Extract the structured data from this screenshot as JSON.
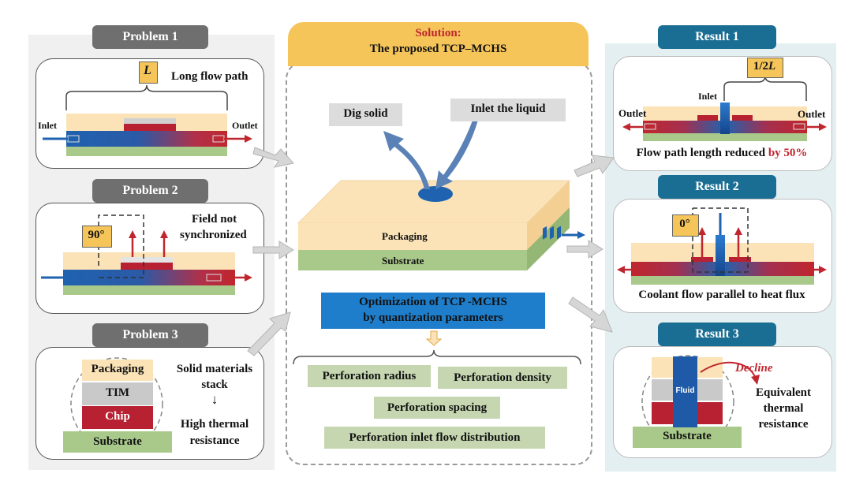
{
  "problems": {
    "p1": {
      "title": "Problem 1",
      "path_symbol": "L",
      "caption": "Long flow path",
      "inlet": "Inlet",
      "outlet": "Outlet"
    },
    "p2": {
      "title": "Problem 2",
      "angle": "90°",
      "caption_line1": "Field not",
      "caption_line2": "synchronized"
    },
    "p3": {
      "title": "Problem 3",
      "layer_packaging": "Packaging",
      "layer_tim": "TIM",
      "layer_chip": "Chip",
      "layer_substrate": "Substrate",
      "text_line1": "Solid materials",
      "text_line2": "stack",
      "arrow": "↓",
      "text_line3": "High thermal",
      "text_line4": "resistance"
    }
  },
  "solution": {
    "title_line1": "Solution:",
    "title_line2": "The proposed TCP–MCHS",
    "dig_solid": "Dig solid",
    "inlet_liquid": "Inlet the liquid",
    "packaging": "Packaging",
    "substrate": "Substrate",
    "opt_line1": "Optimization  of TCP -MCHS",
    "opt_line2": "by quantization parameters",
    "params": {
      "radius": "Perforation radius",
      "density": "Perforation density",
      "spacing": "Perforation spacing",
      "inlet_flow": "Perforation inlet flow distribution"
    }
  },
  "results": {
    "r1": {
      "title": "Result 1",
      "half_prefix": "1/2",
      "half_symbol": "L",
      "inlet": "Inlet",
      "outlet_left": "Outlet",
      "outlet_right": "Outlet",
      "caption_main": "Flow path length reduced ",
      "caption_highlight": "by 50%"
    },
    "r2": {
      "title": "Result 2",
      "angle": "0°",
      "caption": "Coolant flow parallel to heat flux"
    },
    "r3": {
      "title": "Result 3",
      "fluid": "Fluid",
      "substrate": "Substrate",
      "decline": "Decline",
      "text_line1": "Equivalent",
      "text_line2": "thermal",
      "text_line3": "resistance"
    }
  },
  "colors": {
    "problem_header": "#6f6f6f",
    "result_header": "#1b6e93",
    "solution_header": "#f5c55a",
    "solution_title": "#c0262e",
    "packaging": "#fbe3b7",
    "substrate": "#a9c98a",
    "chip": "#b72132",
    "tim": "#c9c9c9",
    "fluid_blue": "#1f62b0",
    "param_box": "#c5d6b0",
    "opt_box": "#1f7ecb",
    "left_panel": "#f0f0f0",
    "right_panel": "#e4eff2"
  }
}
